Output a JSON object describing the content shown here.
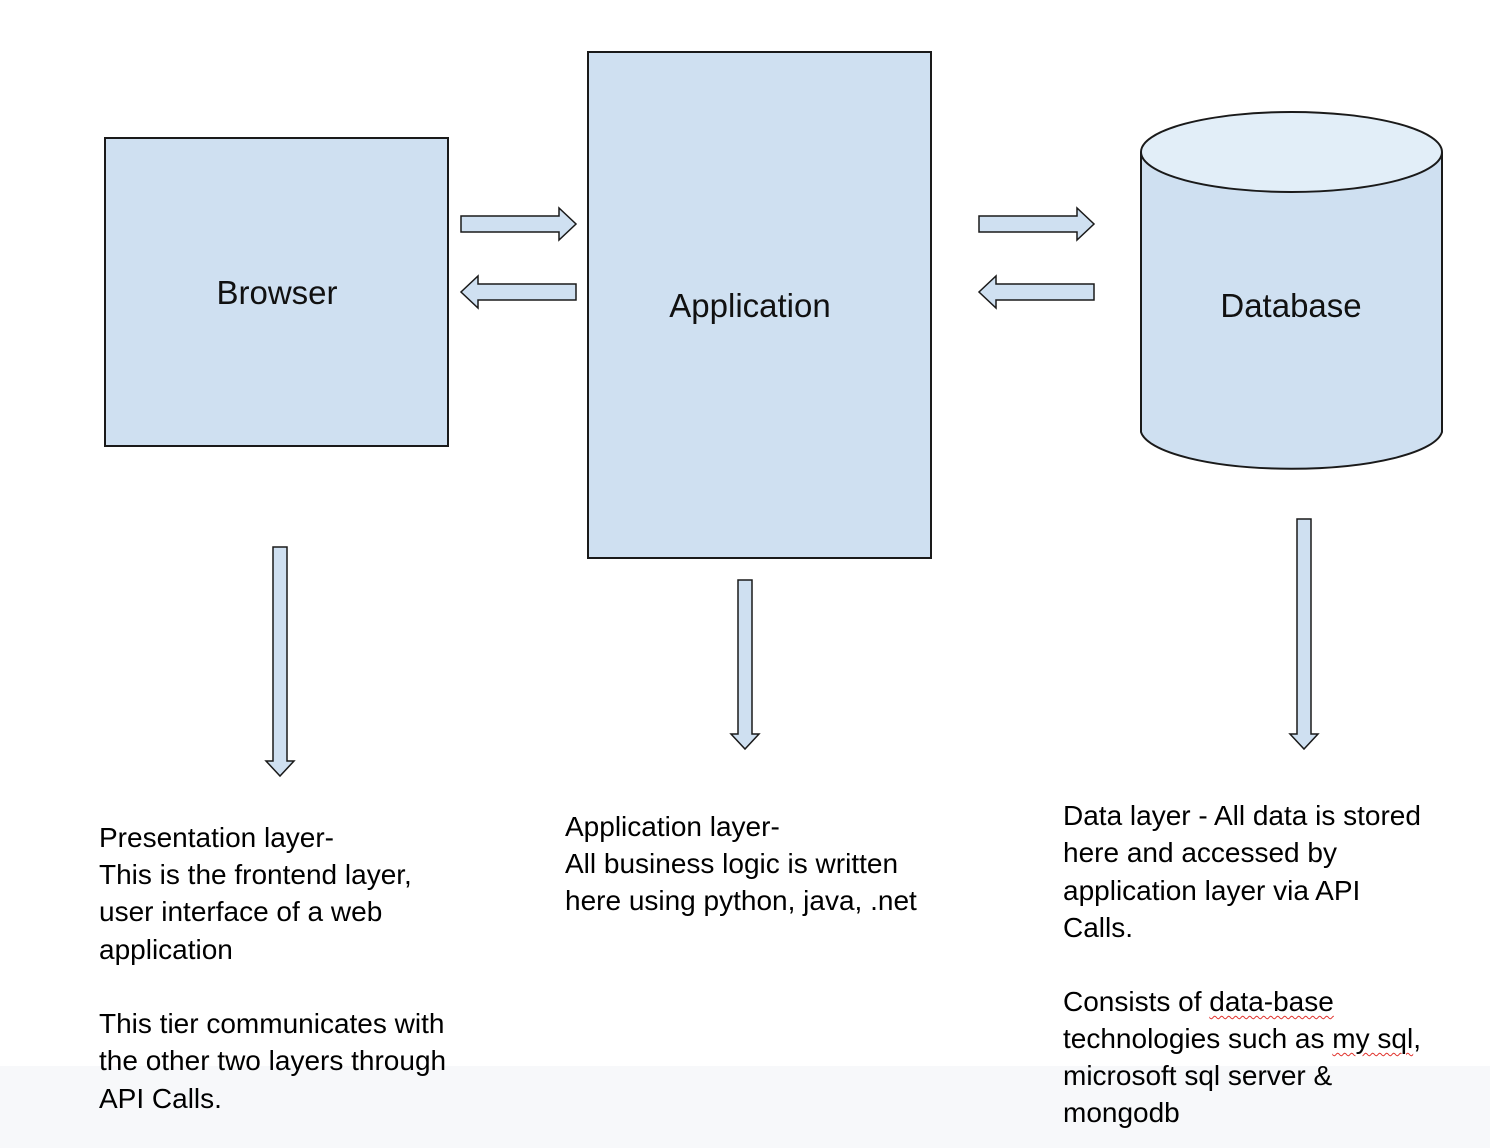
{
  "colors": {
    "box_fill": "#cfe0f1",
    "cylinder_top_fill": "#e2eef8",
    "stroke": "#1a1a1a",
    "spellcheck_underline": "#e0312b"
  },
  "nodes": {
    "browser": {
      "label": "Browser"
    },
    "application": {
      "label": "Application"
    },
    "database": {
      "label": "Database"
    }
  },
  "descriptions": {
    "presentation": {
      "heading": "Presentation layer-",
      "body": "This is the frontend layer,\nuser interface of a web\napplication",
      "note": "This tier communicates with\nthe other two layers through\nAPI Calls."
    },
    "application": {
      "heading": "Application layer-",
      "body": "All business logic is written\nhere using python, java, .net"
    },
    "data": {
      "heading": "Data layer - All data is stored\nhere and accessed by\napplication layer via API\nCalls.",
      "consists_prefix": "Consists of ",
      "consists_term1": "data-base",
      "tech_prefix": "technologies such as ",
      "tech_term2": "my sql",
      "tech_suffix": ",",
      "tail": "microsoft sql server &\nmongodb"
    }
  },
  "connectors": [
    {
      "from": "browser",
      "to": "application",
      "direction": "right"
    },
    {
      "from": "application",
      "to": "browser",
      "direction": "left"
    },
    {
      "from": "application",
      "to": "database",
      "direction": "right"
    },
    {
      "from": "database",
      "to": "application",
      "direction": "left"
    },
    {
      "from": "browser",
      "to": "presentation-description",
      "direction": "down"
    },
    {
      "from": "application",
      "to": "application-description",
      "direction": "down"
    },
    {
      "from": "database",
      "to": "data-description",
      "direction": "down"
    }
  ]
}
